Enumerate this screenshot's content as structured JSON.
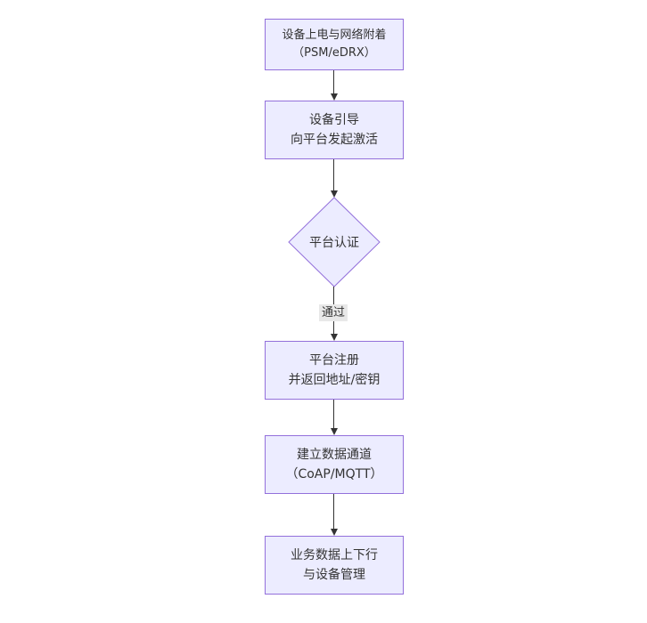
{
  "diagram": {
    "type": "flowchart",
    "direction": "top-down",
    "nodes": [
      {
        "id": "power-attach",
        "shape": "rectangle",
        "lines": [
          "设备上电与网络附着",
          "（PSM/eDRX）"
        ]
      },
      {
        "id": "bootstrap",
        "shape": "rectangle",
        "lines": [
          "设备引导",
          "向平台发起激活"
        ]
      },
      {
        "id": "platform-auth",
        "shape": "diamond",
        "lines": [
          "平台认证"
        ]
      },
      {
        "id": "register",
        "shape": "rectangle",
        "lines": [
          "平台注册",
          "并返回地址/密钥"
        ]
      },
      {
        "id": "data-channel",
        "shape": "rectangle",
        "lines": [
          "建立数据通道",
          "（CoAP/MQTT）"
        ]
      },
      {
        "id": "business-data",
        "shape": "rectangle",
        "lines": [
          "业务数据上下行",
          "与设备管理"
        ]
      }
    ],
    "edges": [
      {
        "from": "power-attach",
        "to": "bootstrap",
        "label": ""
      },
      {
        "from": "bootstrap",
        "to": "platform-auth",
        "label": ""
      },
      {
        "from": "platform-auth",
        "to": "register",
        "label": "通过"
      },
      {
        "from": "register",
        "to": "data-channel",
        "label": ""
      },
      {
        "from": "data-channel",
        "to": "business-data",
        "label": ""
      }
    ],
    "colors": {
      "background": "#ffffff",
      "node_fill": "#ececff",
      "node_border": "#9370db",
      "node_text": "#333333",
      "edge_line": "#333333",
      "edge_label_bg": "#e8e8e8",
      "edge_label_text": "#333333"
    }
  }
}
